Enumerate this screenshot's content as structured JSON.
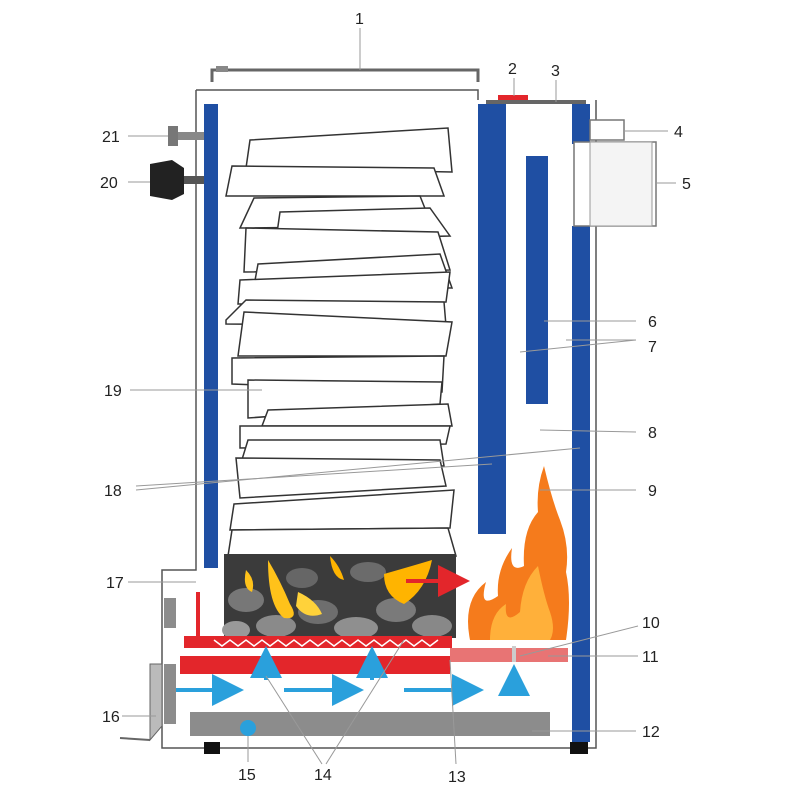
{
  "callouts": [
    {
      "id": "1",
      "label": "1"
    },
    {
      "id": "2",
      "label": "2"
    },
    {
      "id": "3",
      "label": "3"
    },
    {
      "id": "4",
      "label": "4"
    },
    {
      "id": "5",
      "label": "5"
    },
    {
      "id": "6",
      "label": "6"
    },
    {
      "id": "7",
      "label": "7"
    },
    {
      "id": "8",
      "label": "8"
    },
    {
      "id": "9",
      "label": "9"
    },
    {
      "id": "10",
      "label": "10"
    },
    {
      "id": "11",
      "label": "11"
    },
    {
      "id": "12",
      "label": "12"
    },
    {
      "id": "13",
      "label": "13"
    },
    {
      "id": "14",
      "label": "14"
    },
    {
      "id": "15",
      "label": "15"
    },
    {
      "id": "16",
      "label": "16"
    },
    {
      "id": "17",
      "label": "17"
    },
    {
      "id": "18",
      "label": "18"
    },
    {
      "id": "19",
      "label": "19"
    },
    {
      "id": "20",
      "label": "20"
    },
    {
      "id": "21",
      "label": "21"
    }
  ],
  "colors": {
    "water_jacket": "#1f4fa3",
    "grate_red": "#e3262b",
    "air_arrow": "#2aa0dc",
    "flue_arrow": "#e3262b",
    "flame": "#f57b1c",
    "ash_tray": "#8c8c8c",
    "outline": "#555555"
  }
}
